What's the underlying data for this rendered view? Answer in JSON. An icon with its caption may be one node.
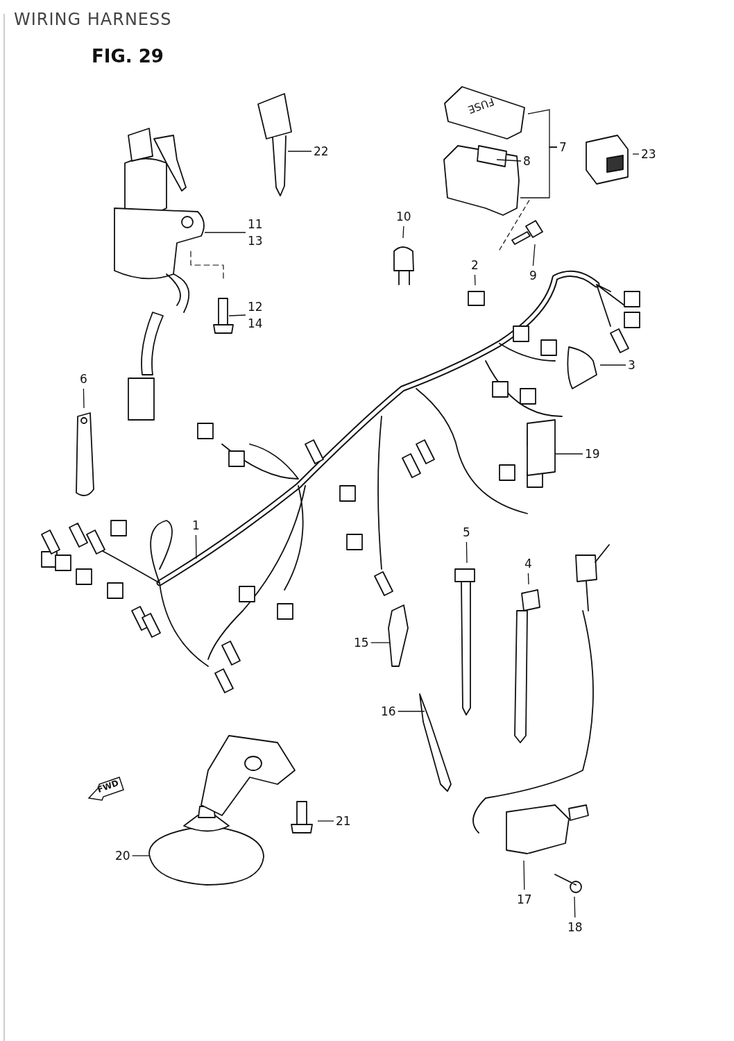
{
  "diagram": {
    "title": "WIRING HARNESS",
    "nodes": [
      {
        "text": [
          "22"
        ]
      },
      {
        "text": [
          "7"
        ]
      },
      {
        "text": [
          "8"
        ]
      },
      {
        "text": [
          "23"
        ]
      },
      {
        "text": [
          "11",
          "13"
        ]
      },
      {
        "text": [
          "10"
        ]
      },
      {
        "text": [
          "9"
        ]
      },
      {
        "text": [
          "2"
        ]
      },
      {
        "text": [
          "12",
          "14"
        ]
      },
      {
        "text": [
          "3"
        ]
      },
      {
        "text": [
          "6"
        ]
      },
      {
        "text": [
          "19"
        ]
      },
      {
        "text": [
          "1"
        ]
      },
      {
        "text": [
          "5"
        ]
      },
      {
        "text": [
          "4"
        ]
      },
      {
        "text": [
          "15"
        ]
      },
      {
        "text": [
          "16"
        ]
      },
      {
        "text": [
          "21"
        ]
      },
      {
        "text": [
          "20"
        ]
      },
      {
        "text": [
          "17"
        ]
      },
      {
        "text": [
          "18"
        ]
      },
      {
        "text": [
          "FUSE"
        ]
      }
    ],
    "edges": [
      {
        "from": 0,
        "to": null,
        "arrow": "none"
      },
      {
        "from": 1,
        "to": 21,
        "arrow": "none"
      },
      {
        "from": 1,
        "to": null,
        "arrow": "none"
      },
      {
        "from": 2,
        "to": null,
        "arrow": "none"
      },
      {
        "from": 3,
        "to": null,
        "arrow": "none"
      },
      {
        "from": 4,
        "to": null,
        "arrow": "none"
      },
      {
        "from": 5,
        "to": null,
        "arrow": "none"
      },
      {
        "from": 6,
        "to": null,
        "arrow": "none"
      },
      {
        "from": 7,
        "to": null,
        "arrow": "none"
      },
      {
        "from": 8,
        "to": null,
        "arrow": "none"
      },
      {
        "from": 9,
        "to": null,
        "arrow": "none"
      },
      {
        "from": 10,
        "to": null,
        "arrow": "none"
      },
      {
        "from": 11,
        "to": null,
        "arrow": "none"
      },
      {
        "from": 12,
        "to": null,
        "arrow": "none"
      },
      {
        "from": 13,
        "to": null,
        "arrow": "none"
      },
      {
        "from": 14,
        "to": null,
        "arrow": "none"
      },
      {
        "from": 15,
        "to": null,
        "arrow": "none"
      },
      {
        "from": 16,
        "to": null,
        "arrow": "none"
      },
      {
        "from": 17,
        "to": null,
        "arrow": "none"
      },
      {
        "from": 18,
        "to": null,
        "arrow": "none"
      },
      {
        "from": 19,
        "to": null,
        "arrow": "none"
      },
      {
        "from": 20,
        "to": null,
        "arrow": "none"
      }
    ],
    "labels": [
      "FIG. 29",
      "FWD"
    ]
  }
}
